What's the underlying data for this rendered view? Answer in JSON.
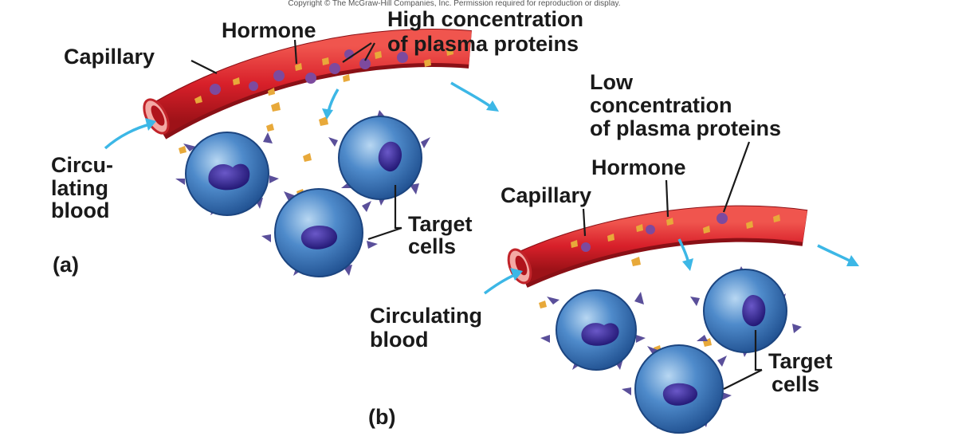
{
  "copyright": "Copyright © The McGraw-Hill Companies, Inc. Permission required for reproduction or display.",
  "panel_a": {
    "letter": "(a)",
    "capillary": "Capillary",
    "hormone": "Hormone",
    "proteins": [
      "High concentration",
      "of plasma proteins"
    ],
    "blood": [
      "Circu-",
      "lating",
      "blood"
    ],
    "target": [
      "Target",
      "cells"
    ]
  },
  "panel_b": {
    "letter": "(b)",
    "capillary": "Capillary",
    "hormone": "Hormone",
    "proteins": [
      "Low",
      "concentration",
      "of plasma proteins"
    ],
    "blood": [
      "Circulating",
      "blood"
    ],
    "target": [
      "Target",
      "cells"
    ]
  },
  "colors": {
    "vessel": "#d8202a",
    "vessel_dark": "#9e1218",
    "cell": "#3a74b8",
    "nucleus": "#2a1c88",
    "receptor": "#5a4f9a",
    "hormone": "#e8a93a",
    "protein": "#7d4a9e",
    "flow_arrow": "#3cb7e6"
  }
}
